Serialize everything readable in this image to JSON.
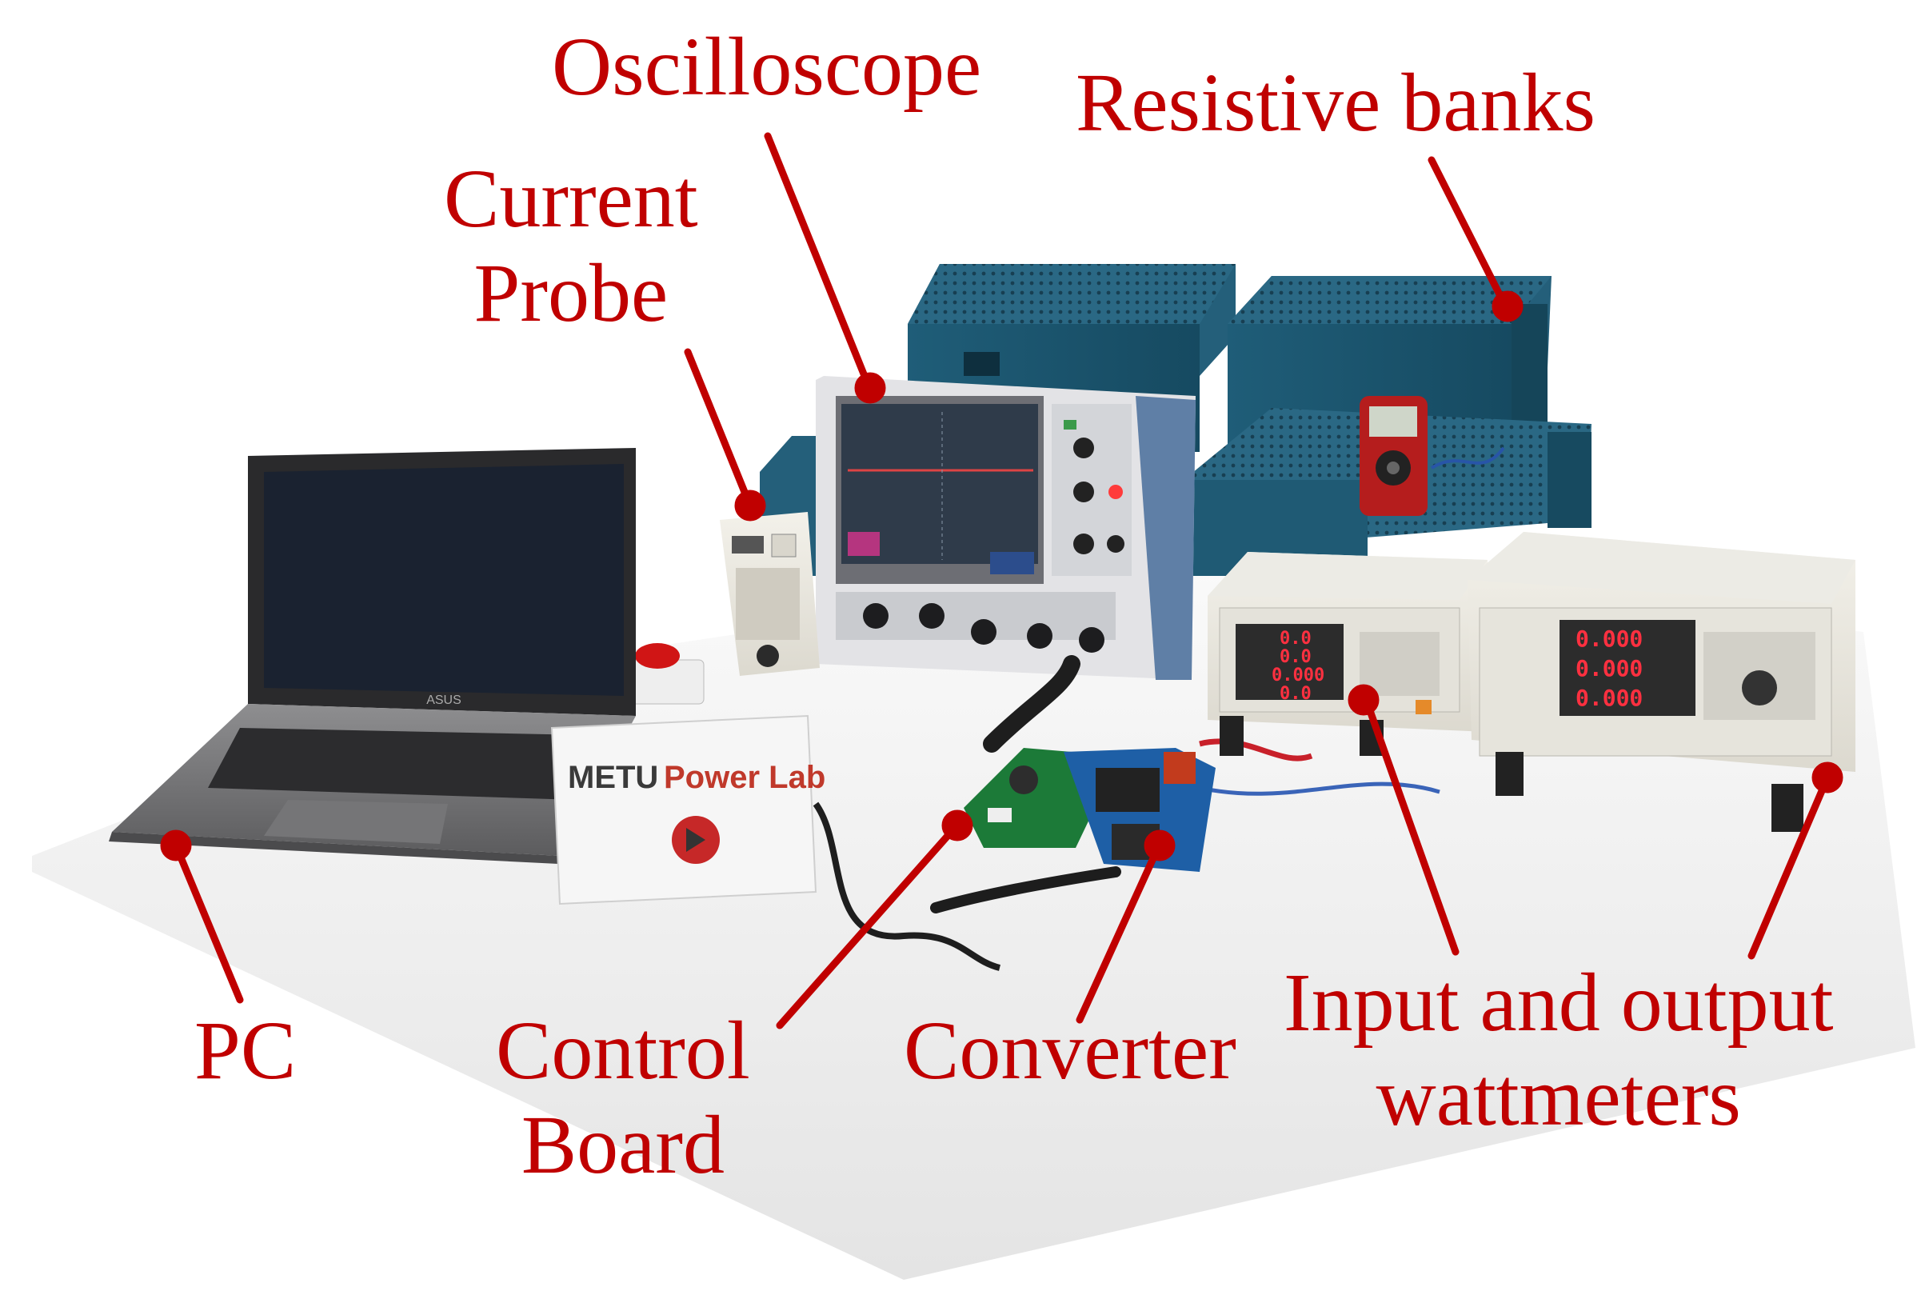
{
  "labels": {
    "oscilloscope": "Oscilloscope",
    "resistive_banks": "Resistive banks",
    "current_probe": [
      "Current",
      "Probe"
    ],
    "pc": "PC",
    "control_board": [
      "Control",
      "Board"
    ],
    "converter": "Converter",
    "wattmeters": [
      "Input and output",
      "wattmeters"
    ]
  },
  "signage": {
    "lab_sign_word1": "METU",
    "lab_sign_word2": "Power Lab",
    "laptop_brand": "ASUS"
  },
  "wattmeter_readings": {
    "input": [
      "0.0",
      "0.0",
      "0.000",
      "0.0"
    ],
    "output": [
      "0.000",
      "0.000",
      "0.000"
    ]
  },
  "colors": {
    "label_red": "#c00000",
    "bank_blue": "#1f5e78",
    "table": "#f1f1f1",
    "pcb_green": "#1c7a38"
  }
}
